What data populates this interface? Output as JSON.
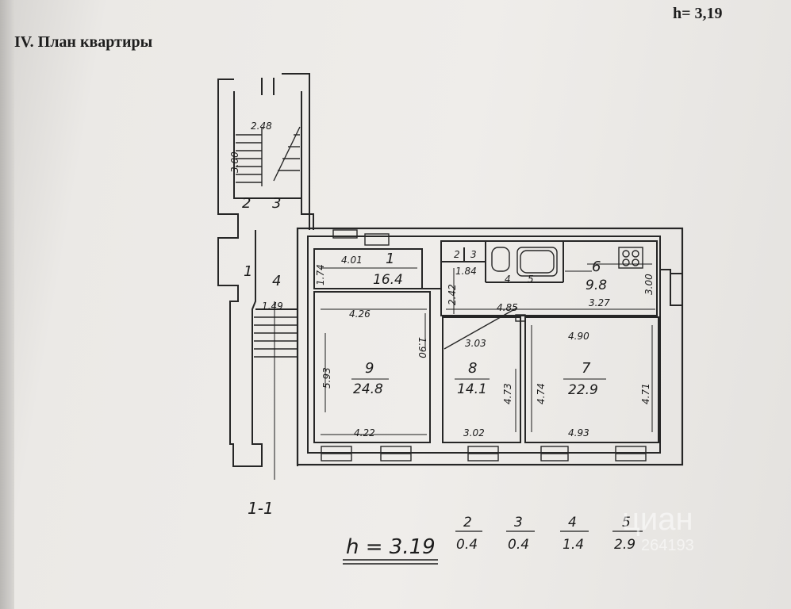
{
  "document": {
    "title": "IV. План квартиры",
    "ceiling_height": "h= 3,19"
  },
  "plan": {
    "section_label": "1-1",
    "stair_dims": {
      "width": "2.48",
      "depth": "3.00",
      "landing": "1.49"
    },
    "stair_rooms": [
      "1",
      "2",
      "3",
      "4"
    ],
    "rooms": [
      {
        "id": "room-1",
        "number": "1",
        "area": "16.4",
        "width": "4.01",
        "depth": "1.74"
      },
      {
        "id": "room-6",
        "number": "6",
        "area": "9.8",
        "depth": "3.00",
        "width": "3.27"
      },
      {
        "id": "room-9",
        "number": "9",
        "area": "24.8",
        "top": "4.26",
        "bottom": "4.22",
        "left": "5.93",
        "right": "1.90"
      },
      {
        "id": "room-8",
        "number": "8",
        "area": "14.1",
        "top": "3.03",
        "bottom": "3.02",
        "side": "4.73"
      },
      {
        "id": "room-7",
        "number": "7",
        "area": "22.9",
        "top": "4.90",
        "bottom": "4.93",
        "left": "4.74",
        "right": "4.71"
      }
    ],
    "wc": {
      "room_a": "2",
      "room_b": "3",
      "width": "1.84",
      "depth": "2.42"
    },
    "bath": {
      "room_a": "4",
      "room_b": "5",
      "corridor_width": "4.85"
    }
  },
  "legend": {
    "height_label": "h = 3.19",
    "small_rooms": [
      {
        "number": "2",
        "area": "0.4"
      },
      {
        "number": "3",
        "area": "0.4"
      },
      {
        "number": "4",
        "area": "1.4"
      },
      {
        "number": "5",
        "area": "2.9"
      }
    ]
  },
  "watermark": {
    "brand": "циан",
    "code": "264193"
  },
  "colors": {
    "paper": "#eceae7",
    "ink": "#1e1e1e",
    "wall": "#262626"
  }
}
